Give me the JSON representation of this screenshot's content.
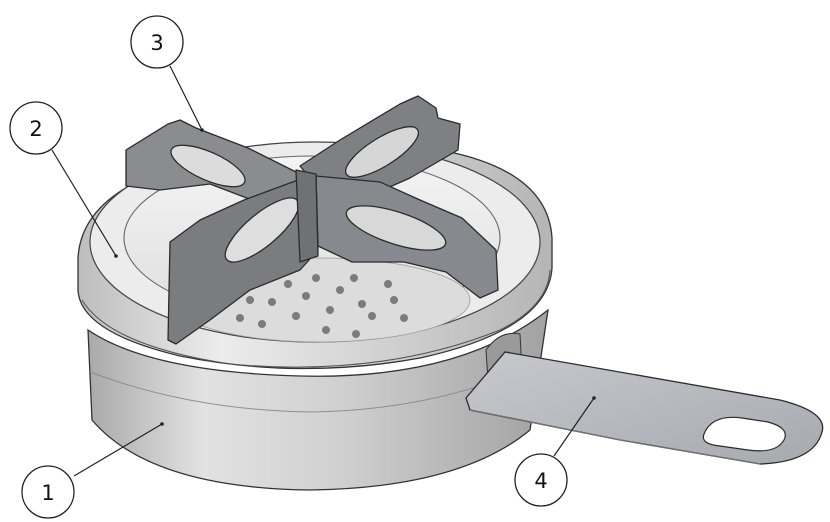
{
  "callouts": [
    {
      "id": "c1",
      "label": "1"
    },
    {
      "id": "c2",
      "label": "2"
    },
    {
      "id": "c3",
      "label": "3"
    },
    {
      "id": "c4",
      "label": "4"
    }
  ],
  "colors": {
    "background": "#ffffff",
    "body": "#d4d4d4",
    "ring_top": "#e6e6e6",
    "grate": "#8a8c90",
    "handle": "#b3b6bb",
    "line": "#222222"
  }
}
